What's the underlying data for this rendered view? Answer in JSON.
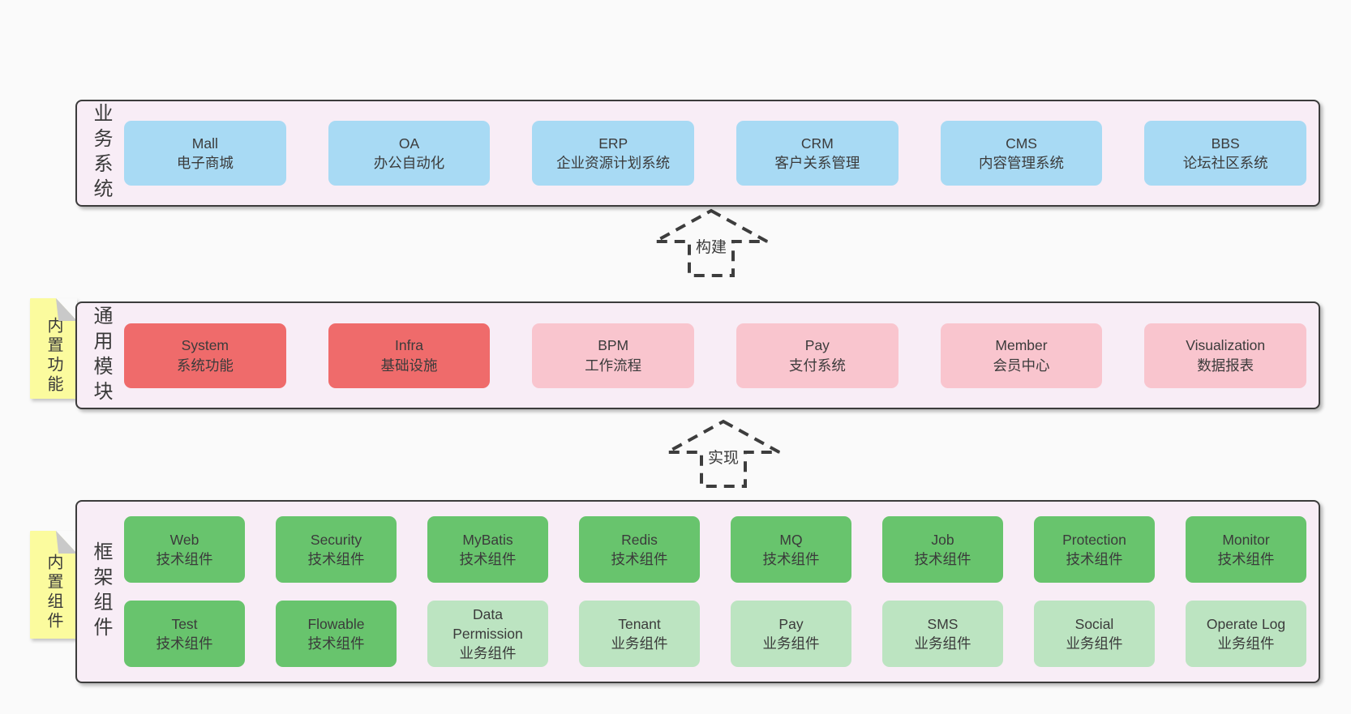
{
  "colors": {
    "page_bg": "#fafafa",
    "container_bg": "#f8edf6",
    "container_border": "#3c3c3c",
    "box_blue": "#a8daf4",
    "box_red": "#ef6b6b",
    "box_pink": "#f9c5ce",
    "box_green": "#68c46d",
    "box_light_green": "#bce4c1",
    "note_yellow": "#fbfb9e",
    "note_fold_gray": "#c9c9c9",
    "text": "#3a3a3a"
  },
  "arrows": {
    "build": "构建",
    "implement": "实现"
  },
  "layers": {
    "business": {
      "label": "业务系统",
      "boxes": [
        {
          "name": "Mall",
          "desc": "电子商城"
        },
        {
          "name": "OA",
          "desc": "办公自动化"
        },
        {
          "name": "ERP",
          "desc": "企业资源计划系统"
        },
        {
          "name": "CRM",
          "desc": "客户关系管理"
        },
        {
          "name": "CMS",
          "desc": "内容管理系统"
        },
        {
          "name": "BBS",
          "desc": "论坛社区系统"
        }
      ]
    },
    "modules": {
      "label": "通用模块",
      "note": "内置功能",
      "boxes": [
        {
          "name": "System",
          "desc": "系统功能"
        },
        {
          "name": "Infra",
          "desc": "基础设施"
        },
        {
          "name": "BPM",
          "desc": "工作流程"
        },
        {
          "name": "Pay",
          "desc": "支付系统"
        },
        {
          "name": "Member",
          "desc": "会员中心"
        },
        {
          "name": "Visualization",
          "desc": "数据报表"
        }
      ]
    },
    "components": {
      "label": "框架组件",
      "note": "内置组件",
      "row1": [
        {
          "name": "Web",
          "desc": "技术组件"
        },
        {
          "name": "Security",
          "desc": "技术组件"
        },
        {
          "name": "MyBatis",
          "desc": "技术组件"
        },
        {
          "name": "Redis",
          "desc": "技术组件"
        },
        {
          "name": "MQ",
          "desc": "技术组件"
        },
        {
          "name": "Job",
          "desc": "技术组件"
        },
        {
          "name": "Protection",
          "desc": "技术组件"
        },
        {
          "name": "Monitor",
          "desc": "技术组件"
        }
      ],
      "row2": [
        {
          "name": "Test",
          "desc": "技术组件"
        },
        {
          "name": "Flowable",
          "desc": "技术组件"
        },
        {
          "name": "Data\nPermission",
          "desc": "业务组件"
        },
        {
          "name": "Tenant",
          "desc": "业务组件"
        },
        {
          "name": "Pay",
          "desc": "业务组件"
        },
        {
          "name": "SMS",
          "desc": "业务组件"
        },
        {
          "name": "Social",
          "desc": "业务组件"
        },
        {
          "name": "Operate Log",
          "desc": "业务组件"
        }
      ]
    }
  }
}
